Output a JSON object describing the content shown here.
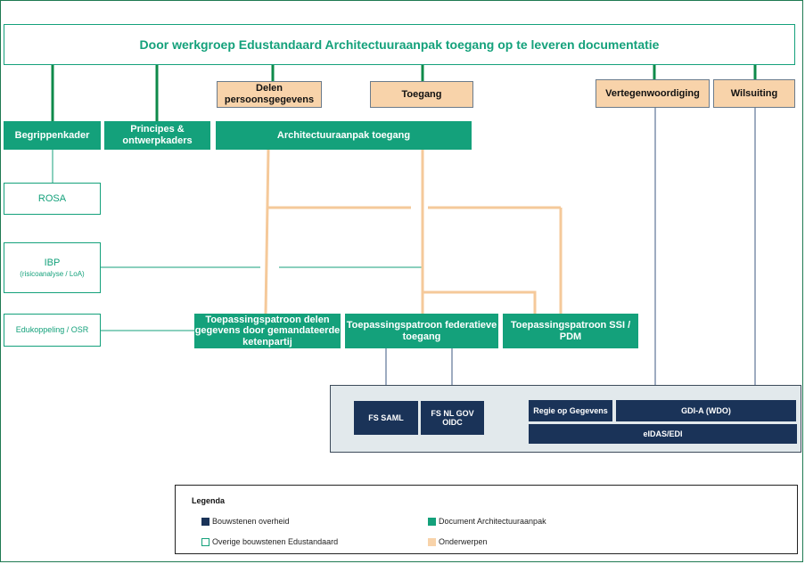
{
  "title": "Door werkgroep Edustandaard Architectuuraanpak toegang op te leveren documentatie",
  "subjects": {
    "delen": "Delen persoonsgegevens",
    "toegang": "Toegang",
    "vertegenwoordiging": "Vertegenwoordiging",
    "wilsuiting": "Wilsuiting"
  },
  "documents": {
    "begrippenkader": "Begrippenkader",
    "principes": "Principes & ontwerpkaders",
    "architectuuraanpak": "Architectuuraanpak toegang",
    "patroon_delen": "Toepassingspatroon delen gegevens door gemandateerde ketenpartij",
    "patroon_federatief": "Toepassingspatroon federatieve toegang",
    "patroon_ssi": "Toepassingspatroon SSI / PDM"
  },
  "edustandaard_blocks": {
    "rosa": "ROSA",
    "ibp": "IBP",
    "ibp_sub": "(risicoanalyse / LoA)",
    "edukoppeling": "Edukoppeling / OSR"
  },
  "government_blocks": {
    "fs_saml": "FS SAML",
    "fs_nl_gov_oidc": "FS NL GOV OIDC",
    "regie_op_gegevens": "Regie op Gegevens",
    "gdi_a": "GDI-A (WDO)",
    "eidas": "eIDAS/EDI"
  },
  "legend": {
    "title": "Legenda",
    "items": [
      {
        "label": "Bouwstenen overheid",
        "color": "#1a3358",
        "style": "filled"
      },
      {
        "label": "Document Architectuuraanpak",
        "color": "#14a17b",
        "style": "filled"
      },
      {
        "label": "Overige bouwstenen Edustandaard",
        "color": "#14a17b",
        "style": "outline"
      },
      {
        "label": "Onderwerpen",
        "color": "#f8d3aa",
        "style": "filled"
      }
    ]
  },
  "colors": {
    "document_green": "#14a17b",
    "connector_green": "#0e8a4a",
    "subject_peach": "#f8d3aa",
    "subject_line": "#f5c99a",
    "government_navy": "#1a3358",
    "navy_line": "#3e5a80"
  }
}
